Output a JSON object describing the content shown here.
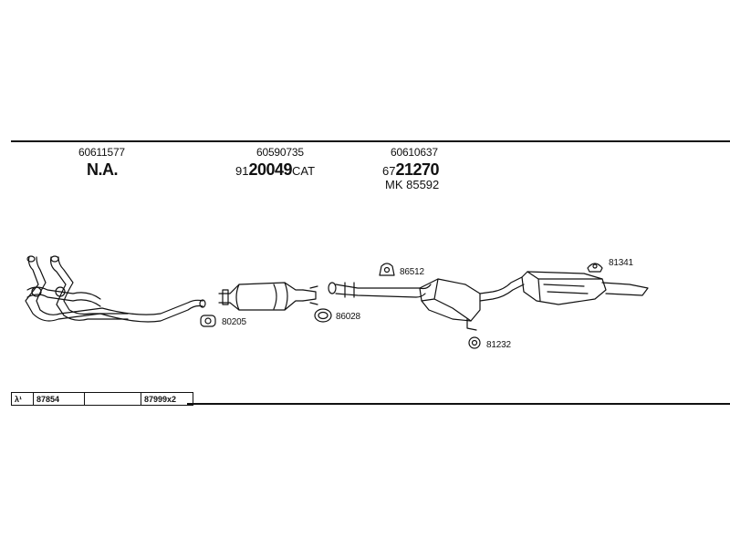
{
  "columns": [
    {
      "code": "60611577",
      "part": "N.A.",
      "prefix": "",
      "suffix": ""
    },
    {
      "code": "60590735",
      "part": "20049",
      "prefix": "91",
      "suffix": "CAT"
    },
    {
      "code": "60610637",
      "part": "21270",
      "prefix": "67",
      "suffix": "",
      "extra": "MK 85592"
    }
  ],
  "callouts": {
    "c80205": "80205",
    "c86028": "86028",
    "c86512": "86512",
    "c81232": "81232",
    "c81341": "81341"
  },
  "legend": {
    "symbol": "λ¹",
    "part1": "87854",
    "blank": "",
    "part2": "87999x2"
  }
}
